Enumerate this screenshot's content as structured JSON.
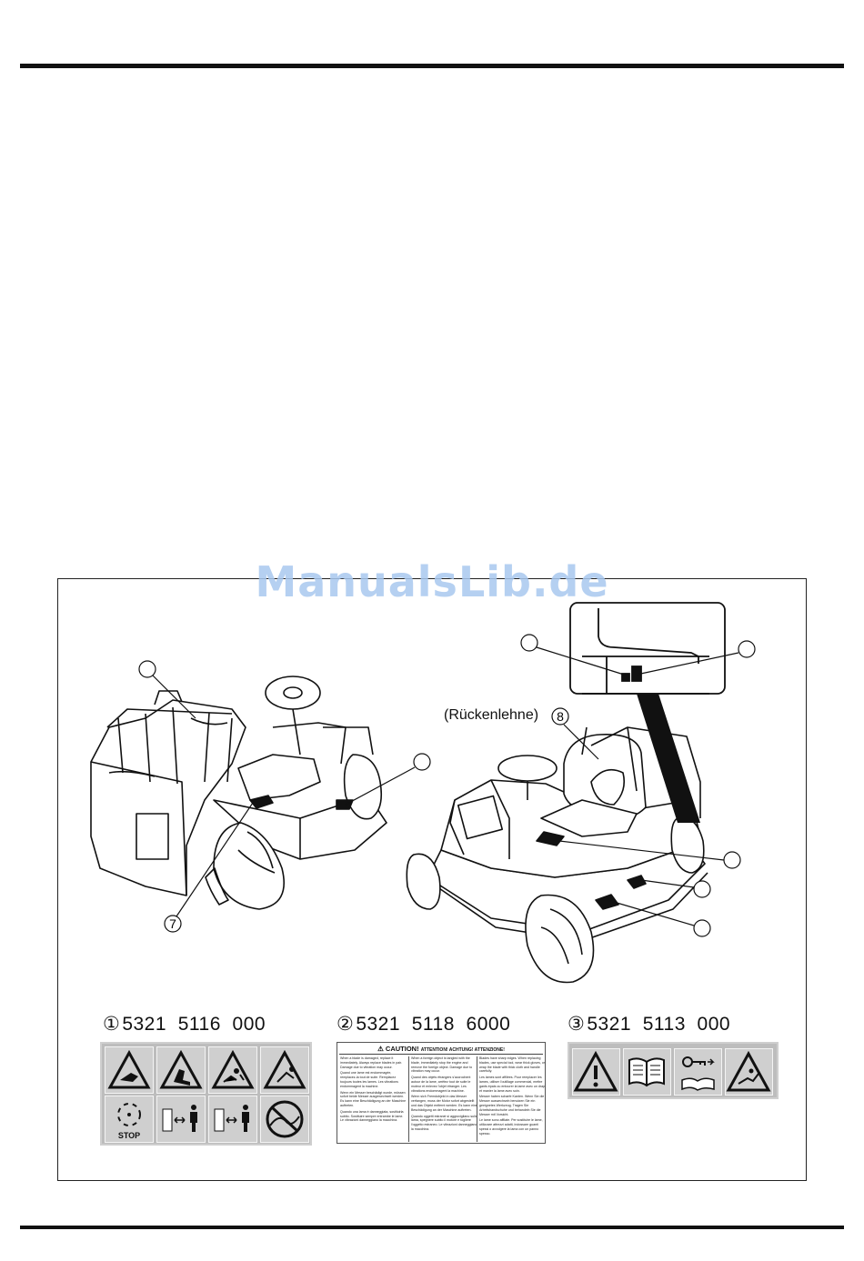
{
  "watermark": "ManualsLib.de",
  "figure": {
    "backrest_label": "(Rückenlehne)",
    "callouts": [
      "7",
      "8"
    ]
  },
  "parts": [
    {
      "marker": "①",
      "number": "5321  5116  000"
    },
    {
      "marker": "②",
      "number": "5321  5118  6000"
    },
    {
      "marker": "③",
      "number": "5321  5113  000"
    }
  ],
  "decal1": {
    "stop_label": "STOP"
  },
  "decal2": {
    "caution_title": "CAUTION!",
    "caution_sub": "ATTENTION! ACHTUNG! ATTENZIONE!",
    "col1": [
      "When a blade is damaged, replace it immediately. Always replace blades in pair. Damage due to vibration may occur.",
      "Quand une lame est endommagée, remplacez-la tout de suite. Remplacez toujours toutes les lames. Les vibrations endommagent la machine.",
      "Wenn ein Messer beschädigt wurde, müssen sofort beide Messer ausgewechselt werden. Es kann eine Beschädigung an der Maschine auftreten.",
      "Quando una lama è danneggiata, sostituirla subito. Sostituire sempre entrambe le lame. Le vibrazioni danneggiano la macchina."
    ],
    "col2": [
      "When a foreign object is tangled with the blade, immediately stop the engine and remove the foreign object. Damage due to vibration may occur.",
      "Quand des objets étrangers s'accrochent autour de la lame, arrêtez tout de suite le moteur et enlevez l'objet étranger. Les vibrations endommagent la machine.",
      "Wenn sich Fremdobjekt in das Messer verfangen, muss der Motor sofort abgestellt und das Objekt entfernt werden. Es kann eine Beschädigung an der Maschine auftreten.",
      "Quando oggetti estranei si aggrovigliano sulla lama, spegnere subito il motore e togliere l'oggetto estraneo. Le vibrazioni danneggiano la macchina."
    ],
    "col3": [
      "Blades have sharp edges. When replacing blades, use special tool, wear thick gloves, or wrap the blade with thick cloth and handle carefully.",
      "Les lames sont affilées. Pour remplacer les lames, utiliser l'outillage commercial, mettre gants épais ou entourer la lame avec un drap et manier la lame avec soin.",
      "Messer haben scharfe Kanten. Wenn Sie die Messer auswechseln benutzen Sie ein geeignetes Werkzeug. Tragen Sie Arbeitshandschuhe und behandeln Sie die Messer mit Vorsicht.",
      "Le lame sono affilate. Per sostituire le lame, utilizzare attrezzi adatti, indossare guanti spessi o avvolgere la lama con un panno spesso."
    ]
  },
  "icons": {
    "decal1": [
      "blade-hand-warning-icon",
      "blade-foot-warning-icon",
      "thrown-object-warning-icon",
      "thrown-object-warning-icon",
      "stop-blades-icon",
      "keep-distance-icon",
      "keep-distance-icon",
      "no-slope-icon"
    ],
    "decal3": [
      "warning-triangle-icon",
      "read-manual-icon",
      "remove-key-icon",
      "blade-hazard-icon"
    ]
  }
}
